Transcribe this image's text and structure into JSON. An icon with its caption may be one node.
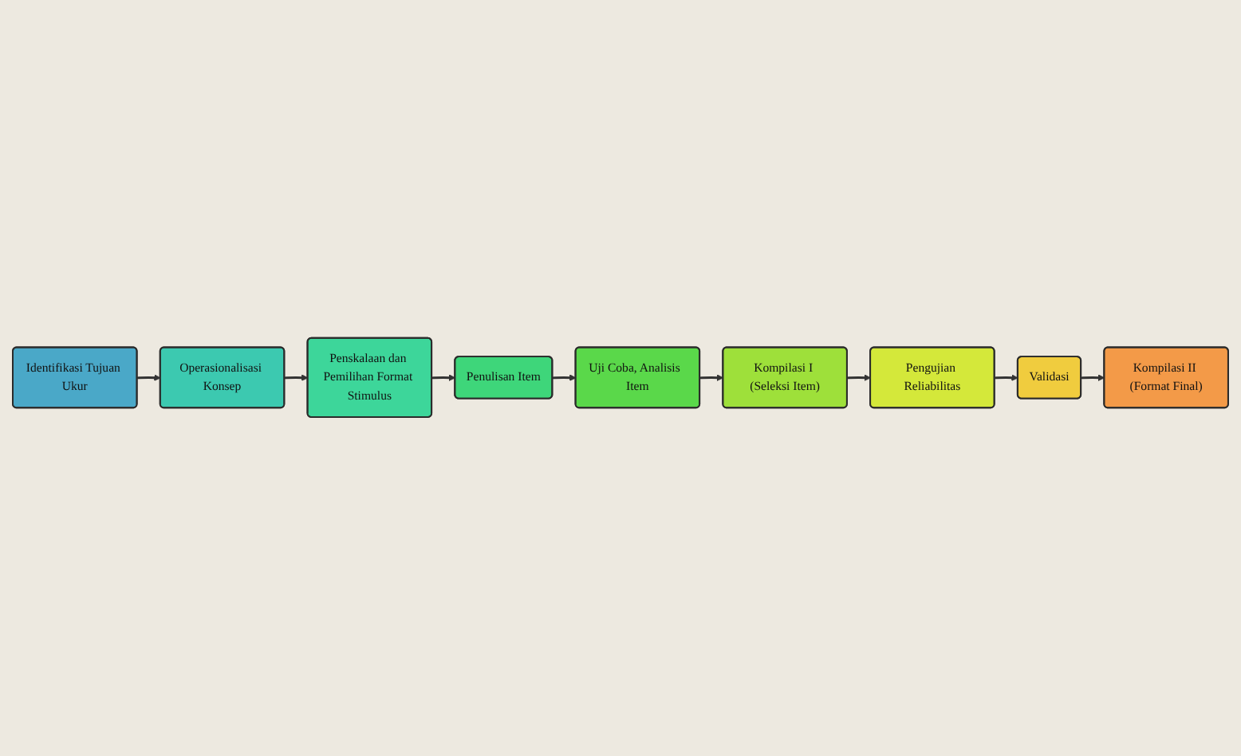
{
  "diagram": {
    "nodes": [
      {
        "text": [
          "Identifikasi Tujuan Ukur"
        ]
      },
      {
        "text": [
          "Operasionalisasi Konsep"
        ]
      },
      {
        "text": [
          "Penskalaan dan Pemilihan Format Stimulus"
        ]
      },
      {
        "text": [
          "Penulisan Item"
        ]
      },
      {
        "text": [
          "Uji Coba, Analisis  Item"
        ]
      },
      {
        "text": [
          "Kompilasi I (Seleksi Item)"
        ]
      },
      {
        "text": [
          "Pengujian Reliabilitas"
        ]
      },
      {
        "text": [
          "Validasi"
        ]
      },
      {
        "text": [
          "Kompilasi II (Format Final)"
        ]
      }
    ],
    "edges": [
      {
        "from": 0,
        "to": 1,
        "arrow": "to"
      },
      {
        "from": 1,
        "to": 2,
        "arrow": "to"
      },
      {
        "from": 2,
        "to": 3,
        "arrow": "to"
      },
      {
        "from": 3,
        "to": 4,
        "arrow": "to"
      },
      {
        "from": 4,
        "to": 5,
        "arrow": "to"
      },
      {
        "from": 5,
        "to": 6,
        "arrow": "to"
      },
      {
        "from": 6,
        "to": 7,
        "arrow": "to"
      },
      {
        "from": 7,
        "to": 8,
        "arrow": "to"
      }
    ]
  }
}
